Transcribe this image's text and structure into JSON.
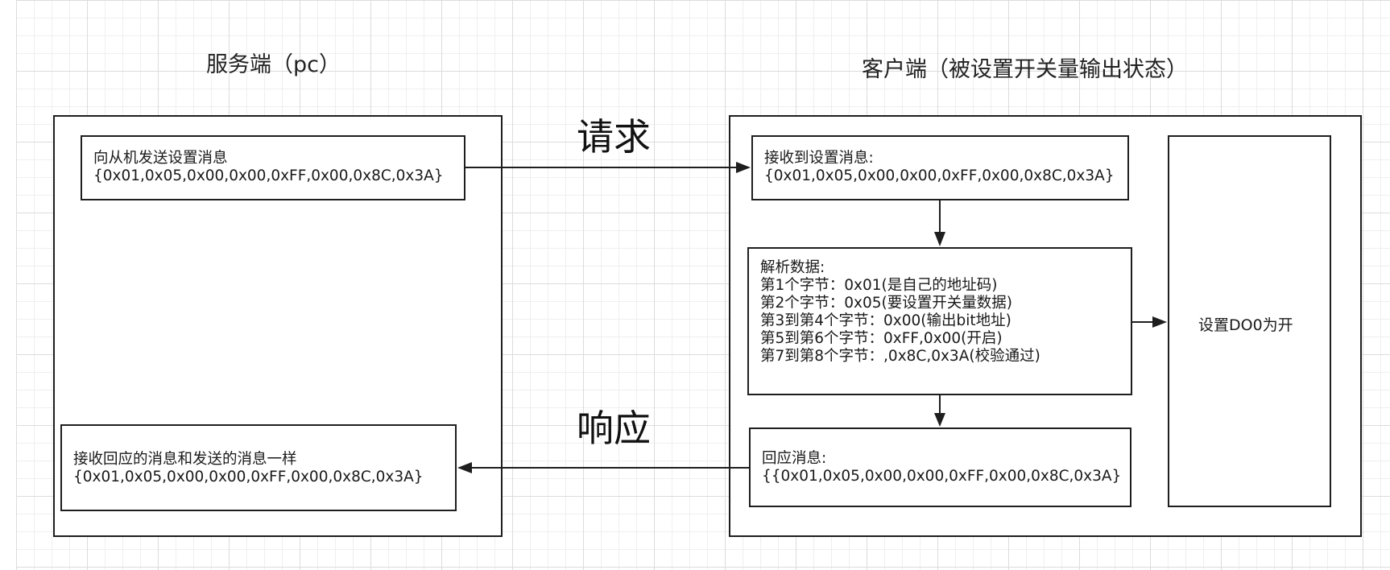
{
  "server_title": "服务端（pc）",
  "client_title": "客户端（被设置开关量输出状态）",
  "request_label": "请求",
  "response_label": "响应",
  "server": {
    "send": [
      "向从机发送设置消息",
      "{0x01,0x05,0x00,0x00,0xFF,0x00,0x8C,0x3A}"
    ],
    "receive": [
      "接收回应的消息和发送的消息一样",
      "{0x01,0x05,0x00,0x00,0xFF,0x00,0x8C,0x3A}"
    ]
  },
  "client": {
    "receive": [
      "接收到设置消息:",
      "{0x01,0x05,0x00,0x00,0xFF,0x00,0x8C,0x3A}"
    ],
    "parse": [
      "解析数据:",
      "第1个字节：0x01(是自己的地址码)",
      "第2个字节：0x05(要设置开关量数据)",
      "第3到第4个字节：0x00(输出bit地址)",
      "第5到第6个字节：0xFF,0x00(开启)",
      "第7到第8个字节：,0x8C,0x3A(校验通过)"
    ],
    "reply": [
      "回应消息:",
      "{{0x01,0x05,0x00,0x00,0xFF,0x00,0x8C,0x3A}"
    ],
    "action": "设置DO0为开"
  },
  "colors": {
    "stroke": "#1e1e1e",
    "grid_major": "#dcdcdc",
    "grid_minor": "#efefef"
  }
}
